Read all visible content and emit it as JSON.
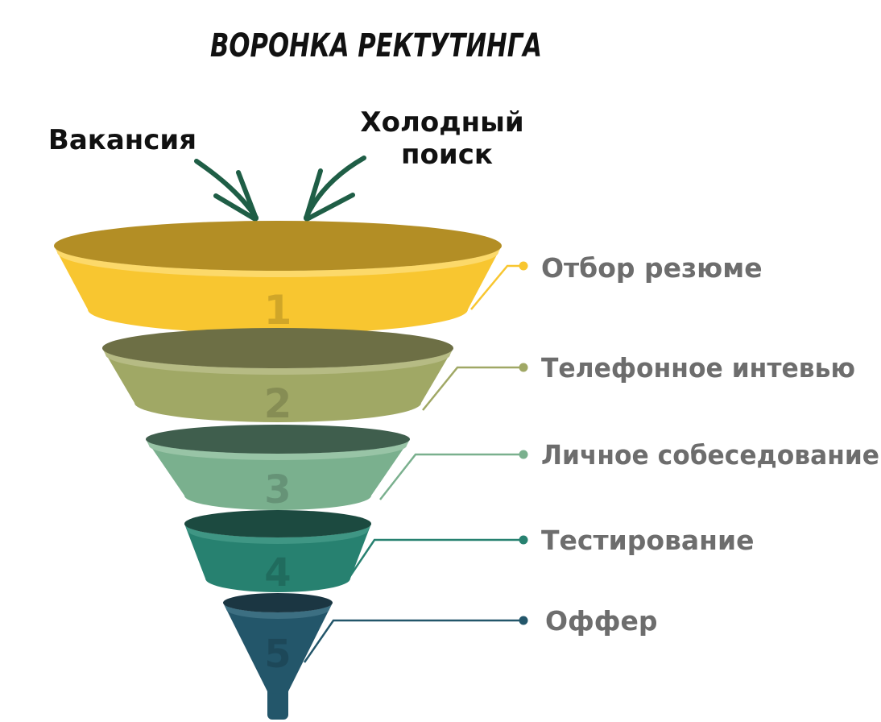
{
  "title": "ВОРОНКА РЕКТУТИНГА",
  "sources": [
    "Вакансия",
    "Холодный поиск"
  ],
  "stages": [
    {
      "number": "1",
      "label": "Отбор резюме",
      "color": "#f8c630",
      "top_color": "#b38e25",
      "rim_color": "#fcd96a",
      "dot_color": "#f8c630"
    },
    {
      "number": "2",
      "label": "Телефонное интевью",
      "color": "#a0a865",
      "top_color": "#6d6f45",
      "rim_color": "#b6bb84",
      "dot_color": "#a0a865"
    },
    {
      "number": "3",
      "label": "Личное собеседование",
      "color": "#7ab08e",
      "top_color": "#3f5e4d",
      "rim_color": "#98c4a6",
      "dot_color": "#7ab08e"
    },
    {
      "number": "4",
      "label": "Тестирование",
      "color": "#278170",
      "top_color": "#1c4a40",
      "rim_color": "#3f9684",
      "dot_color": "#278170"
    },
    {
      "number": "5",
      "label": "Оффер",
      "color": "#23566a",
      "top_color": "#1b3642",
      "rim_color": "#3c6f82",
      "dot_color": "#23566a"
    }
  ],
  "colors": {
    "title": "#111111",
    "label_text": "#6d6d6d",
    "arrow": "#1f5e46",
    "number_text": "#000000"
  }
}
